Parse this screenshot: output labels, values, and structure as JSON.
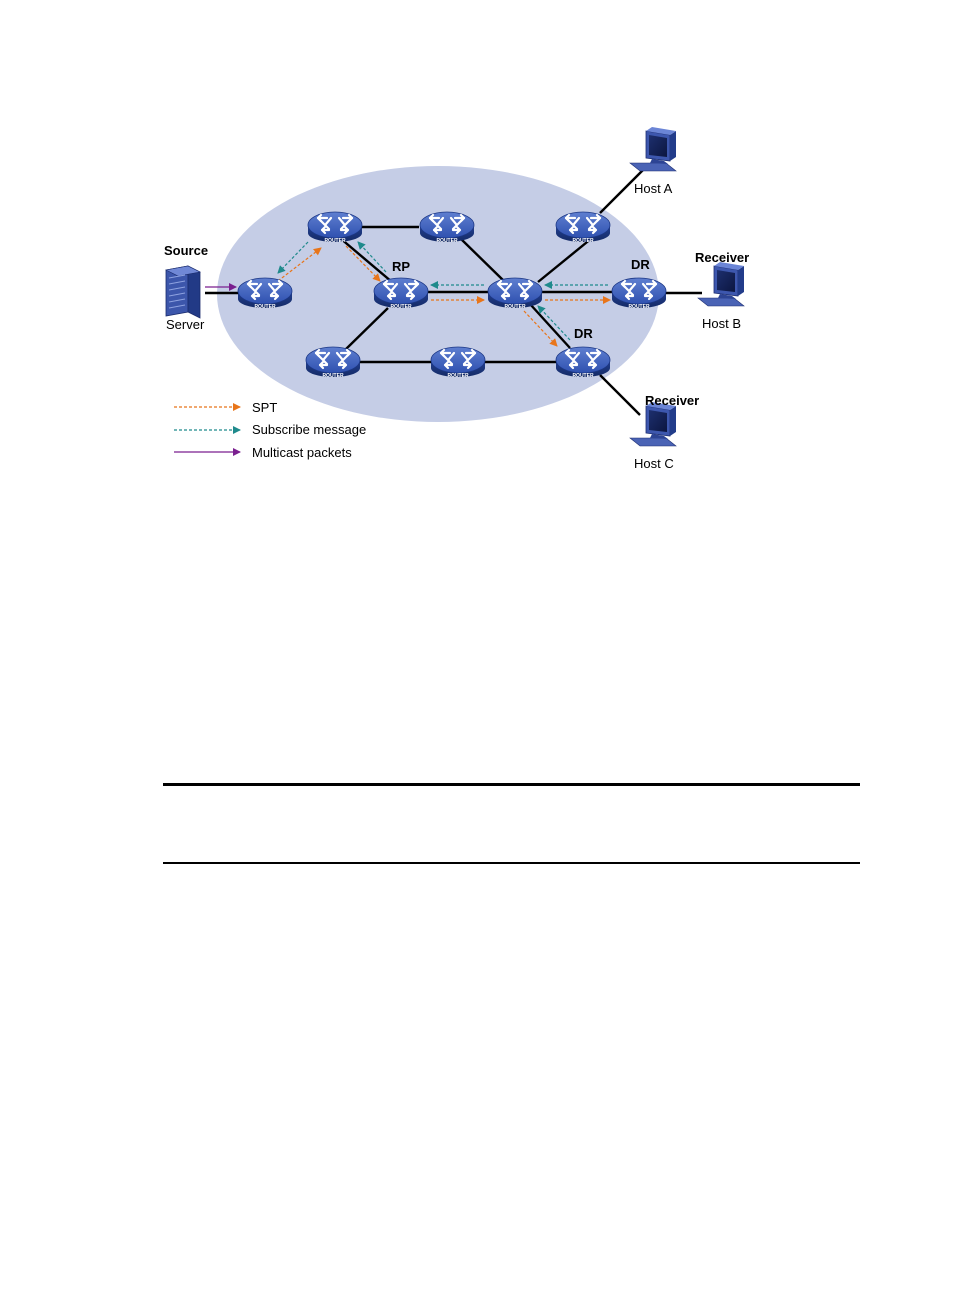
{
  "diagram": {
    "router_label": "ROUTER",
    "labels": {
      "source": "Source",
      "server": "Server",
      "rp": "RP",
      "dr_b": "DR",
      "dr_c": "DR",
      "receiver_b": "Receiver",
      "receiver_c": "Receiver",
      "host_a": "Host A",
      "host_b": "Host B",
      "host_c": "Host C"
    },
    "legend": {
      "spt": "SPT",
      "subscribe": "Subscribe message",
      "multicast": "Multicast packets"
    },
    "colors": {
      "cloud": "#c5cde6",
      "router_body": "#2e4fa6",
      "spt": "#e8751a",
      "subscribe": "#1f8a8c",
      "multicast": "#7a1f8f",
      "link": "#000000"
    }
  }
}
